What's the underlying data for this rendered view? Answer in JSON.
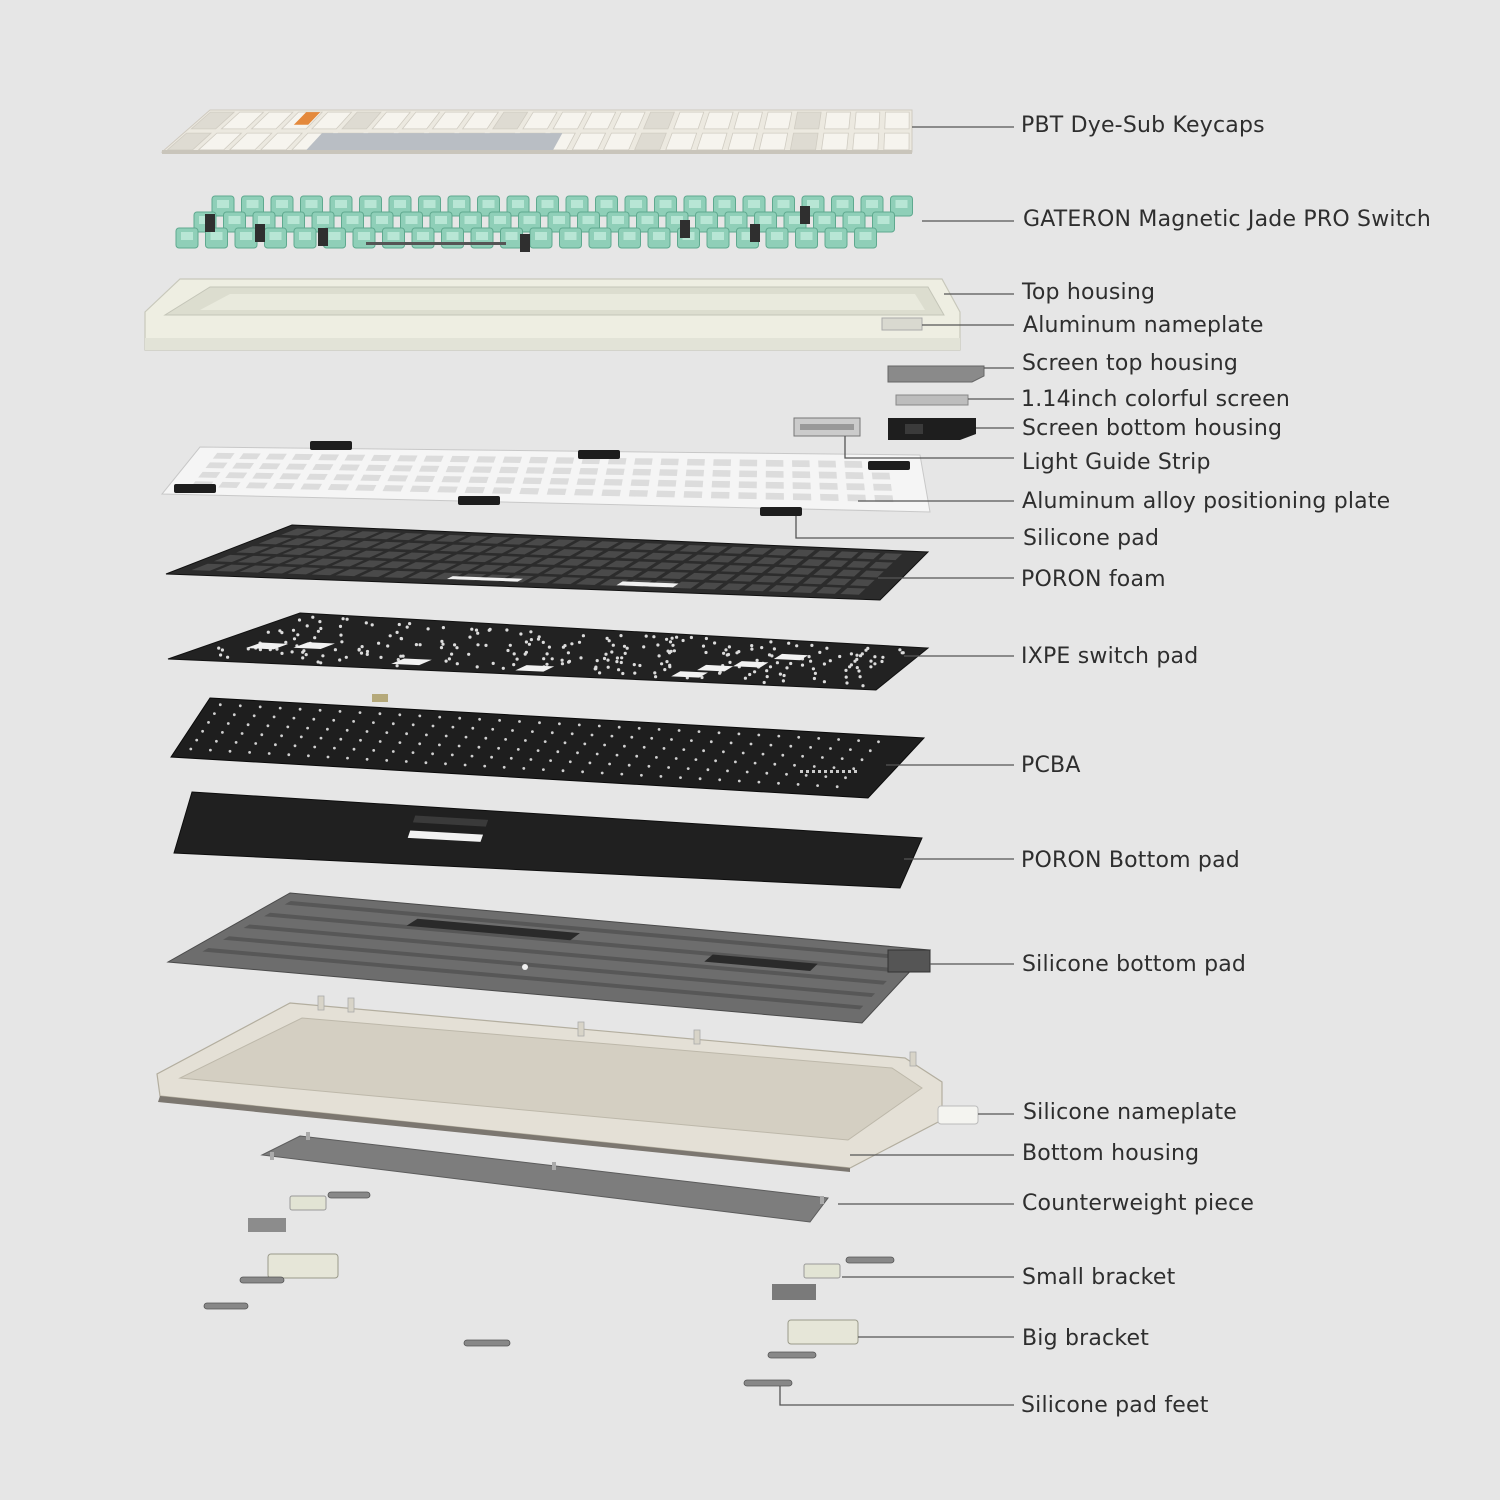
{
  "diagram": {
    "type": "exploded-view",
    "colors": {
      "background": "#e6e6e6",
      "leader": "#555555",
      "text": "#2e2e2e",
      "keycap": "#ece9e0",
      "switch": "#8fcfb8",
      "housing": "#eeeee2",
      "plate": "#f5f5f5",
      "foam": "#2c2c2c",
      "pcb": "#1e1e1e",
      "silicone": "#6d6d6d",
      "bottom_housing": "#e4e0d6",
      "counterweight": "#7d7d7d"
    },
    "components": [
      {
        "id": "keycaps",
        "label": "PBT Dye-Sub Keycaps"
      },
      {
        "id": "switch",
        "label": "GATERON Magnetic Jade PRO Switch"
      },
      {
        "id": "top-housing",
        "label": "Top housing"
      },
      {
        "id": "aluminum-nameplate",
        "label": "Aluminum nameplate"
      },
      {
        "id": "screen-top-housing",
        "label": "Screen top housing"
      },
      {
        "id": "colorful-screen",
        "label": "1.14inch colorful screen"
      },
      {
        "id": "screen-bottom-housing",
        "label": "Screen bottom housing"
      },
      {
        "id": "light-guide-strip",
        "label": "Light Guide Strip"
      },
      {
        "id": "positioning-plate",
        "label": "Aluminum alloy positioning plate"
      },
      {
        "id": "silicone-pad",
        "label": "Silicone pad"
      },
      {
        "id": "poron-foam",
        "label": "PORON foam"
      },
      {
        "id": "ixpe-switch-pad",
        "label": "IXPE switch pad"
      },
      {
        "id": "pcba",
        "label": "PCBA"
      },
      {
        "id": "poron-bottom-pad",
        "label": "PORON Bottom pad"
      },
      {
        "id": "silicone-bottom-pad",
        "label": "Silicone bottom pad"
      },
      {
        "id": "silicone-nameplate",
        "label": "Silicone nameplate"
      },
      {
        "id": "bottom-housing",
        "label": "Bottom housing"
      },
      {
        "id": "counterweight-piece",
        "label": "Counterweight piece"
      },
      {
        "id": "small-bracket",
        "label": "Small bracket"
      },
      {
        "id": "big-bracket",
        "label": "Big bracket"
      },
      {
        "id": "silicone-pad-feet",
        "label": "Silicone pad feet"
      }
    ]
  }
}
